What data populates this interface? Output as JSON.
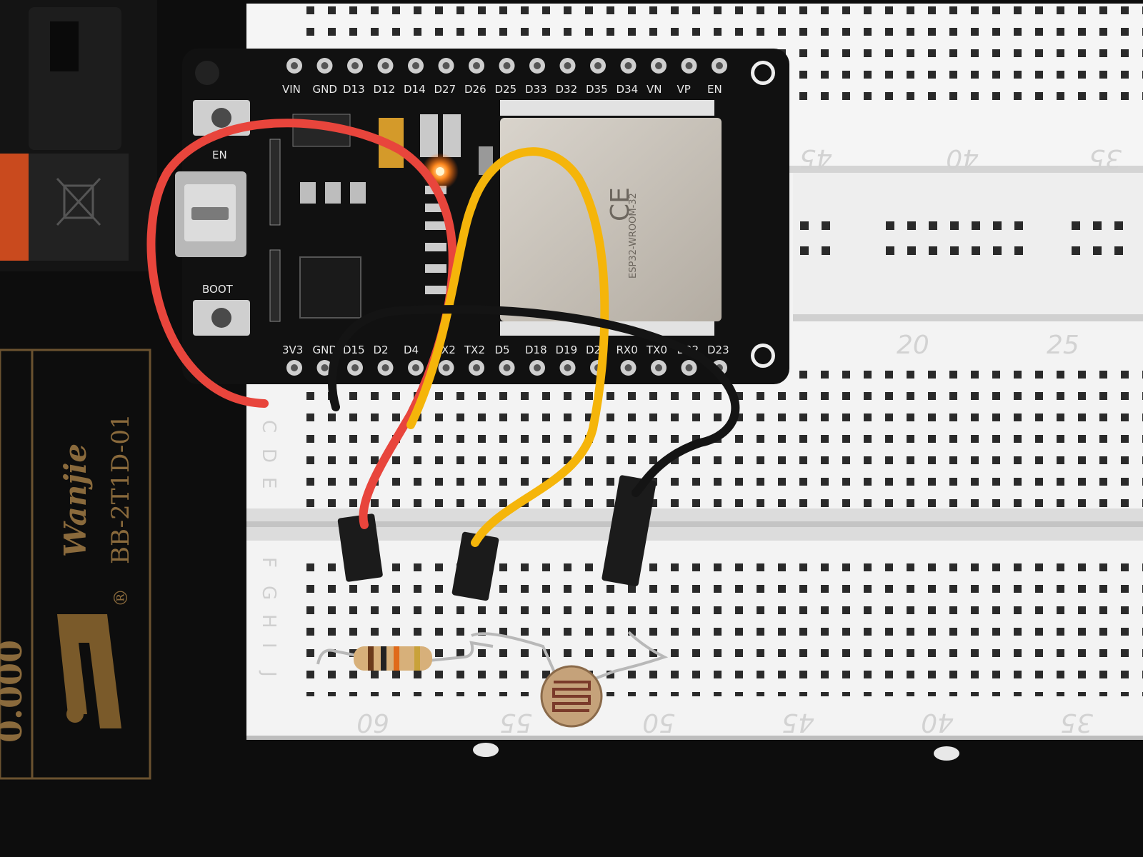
{
  "board": {
    "top_pins": [
      "VIN",
      "GND",
      "D13",
      "D12",
      "D14",
      "D27",
      "D26",
      "D25",
      "D33",
      "D32",
      "D35",
      "D34",
      "VN",
      "VP",
      "EN"
    ],
    "bottom_pins": [
      "3V3",
      "GND",
      "D15",
      "D2",
      "D4",
      "RX2",
      "TX2",
      "D5",
      "D18",
      "D19",
      "D21",
      "RX0",
      "TX0",
      "D22",
      "D23"
    ],
    "en_label": "EN",
    "boot_label": "BOOT",
    "module_text": [
      "ESP32-WROOM-32",
      "CE"
    ]
  },
  "breadboard": {
    "top_numbers": [
      "45",
      "40",
      "35"
    ],
    "mid_numbers": [
      "20",
      "25"
    ],
    "bottom_numbers": [
      "60",
      "55",
      "50",
      "45",
      "40",
      "35"
    ],
    "row_letters_upper": [
      "C",
      "D",
      "E"
    ],
    "row_letters_lower": [
      "F",
      "G",
      "H",
      "I",
      "J"
    ]
  },
  "mat": {
    "brand": "Wanjie",
    "model": "BB-2T1D-01",
    "registered": "®",
    "side_text": "0.000"
  },
  "colors": {
    "wire_red": "#e8453c",
    "wire_yellow": "#f5b50a",
    "wire_black": "#141414",
    "breadboard": "#f4f4f4",
    "pcb": "#111111",
    "led": "#ff7a1a"
  }
}
